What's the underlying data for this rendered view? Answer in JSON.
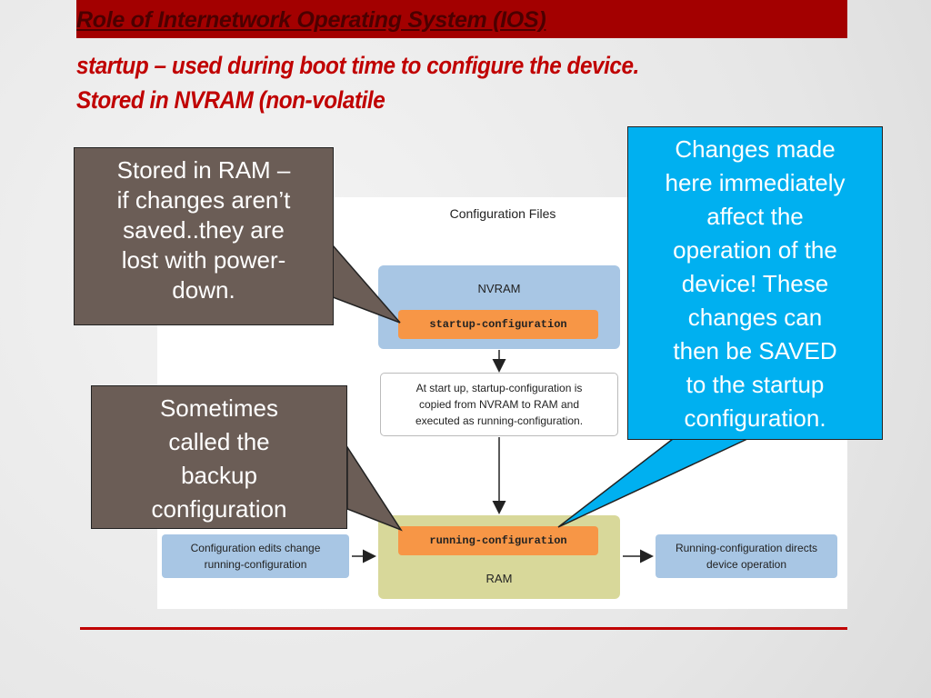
{
  "header": {
    "line1": "Role of Internetwork Operating System (IOS)",
    "line2": "startup – used during boot time to configure the device.",
    "line3": "Stored in NVRAM (non-volatile"
  },
  "diagram": {
    "title": "Configuration Files",
    "nvram_label": "NVRAM",
    "startup_config": "startup-configuration",
    "note_lines": [
      "At start up, startup-configuration is",
      "copied from NVRAM to RAM and",
      "executed as running-configuration."
    ],
    "running_config": "running-configuration",
    "ram_label": "RAM",
    "left_lines": [
      "Configuration edits change",
      "running-configuration"
    ],
    "right_lines": [
      "Running-configuration directs",
      "device operation"
    ]
  },
  "callouts": {
    "ram": [
      "Stored in RAM –",
      "if changes aren’t",
      "saved..they are",
      "lost with power-",
      "down."
    ],
    "backup": [
      "Sometimes",
      "called the",
      "backup",
      "configuration"
    ],
    "changes": [
      "Changes made",
      "here immediately",
      "affect the",
      "operation of the",
      "device!  These",
      "changes can",
      "then be SAVED",
      "to the startup",
      "configuration."
    ]
  },
  "colors": {
    "title_red": "#c00000",
    "top_bar": "#a30000",
    "callout_brown": "#6b5d56",
    "callout_blue": "#00b0f0",
    "nvram_blue": "#a8c6e4",
    "ram_yellow": "#d8d89a",
    "config_orange": "#f79646"
  }
}
